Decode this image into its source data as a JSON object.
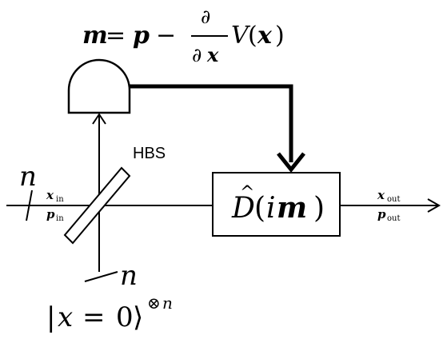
{
  "equation": {
    "m": "m",
    "equals": "=",
    "p": "p",
    "minus": "−",
    "partial_top": "∂",
    "partial_bottom_d": "∂",
    "partial_bottom_x": "x",
    "V": "V",
    "open_paren": "(",
    "x": "x",
    "close_paren": ")"
  },
  "hbs_label": "HBS",
  "input_mode_count": "n",
  "input_x": "x",
  "input_x_sub": "in",
  "input_p": "p",
  "input_p_sub": "in",
  "ancilla_mode_count": "n",
  "ancilla_state": {
    "ket_open": "|",
    "var": "x",
    "equals": "=",
    "zero": "0",
    "ket_close": "⟩",
    "tensor": "⊗",
    "power": "n"
  },
  "displacement": {
    "D": "D",
    "hat": "^",
    "open_paren": "(",
    "i": "i",
    "m": "m",
    "close_paren": ")"
  },
  "output_x": "x",
  "output_x_sub": "out",
  "output_p": "p",
  "output_p_sub": "out"
}
